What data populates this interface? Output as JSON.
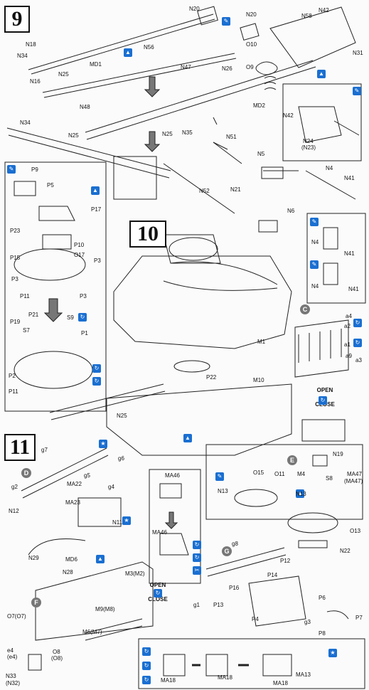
{
  "steps": {
    "s9": "9",
    "s10": "10",
    "s11": "11"
  },
  "letters": {
    "c": "C",
    "d": "D",
    "e": "E",
    "f": "F",
    "g": "G"
  },
  "open_close": {
    "open": "OPEN",
    "close": "CLOSE"
  },
  "labels": {
    "n20a": "N20",
    "n20b": "N20",
    "n58": "N58",
    "n42a": "N42",
    "n18": "N18",
    "n34a": "N34",
    "md1": "MD1",
    "n56": "N56",
    "o10": "O10",
    "n31": "N31",
    "n25a": "N25",
    "n47": "N47",
    "n26": "N26",
    "o9": "O9",
    "n16": "N16",
    "n48": "N48",
    "md2": "MD2",
    "n34b": "N34",
    "n42b": "N42",
    "n24": "N24",
    "n23": "(N23)",
    "n25b": "N25",
    "n25c": "N25",
    "n35": "N35",
    "n51": "N51",
    "n5": "N5",
    "n4a": "N4",
    "n41a": "N41",
    "p9": "P9",
    "p5": "P5",
    "p17": "P17",
    "p23": "P23",
    "p10": "P10",
    "o17": "O17",
    "p15": "P15",
    "p3a": "P3",
    "p3b": "P3",
    "p3c": "P3",
    "p11a": "P11",
    "n52": "N52",
    "n21": "N21",
    "n6": "N6",
    "n4b": "N4",
    "n41b": "N41",
    "n4c": "N4",
    "n41c": "N41",
    "p19": "P19",
    "p21": "P21",
    "s9": "S9",
    "s7": "S7",
    "p1": "P1",
    "p2": "P2",
    "p11b": "P11",
    "m1": "M1",
    "a4": "a4",
    "a2": "a2",
    "a1": "a1",
    "a9": "a9",
    "a3": "a3",
    "p22": "P22",
    "m10": "M10",
    "n25d": "N25",
    "g7": "g7",
    "g6": "g6",
    "g5": "g5",
    "g4": "g4",
    "g2": "g2",
    "ma22": "MA22",
    "ma23": "MA23",
    "n12": "N12",
    "n11": "N11",
    "ma46a": "MA46",
    "ma46b": "MA46",
    "n19": "N19",
    "o11": "O11",
    "o15": "O15",
    "m4": "M4",
    "s8": "S8",
    "ma47": "MA47",
    "ma47b": "(MA47)",
    "n13a": "N13",
    "n13b": "N13",
    "o13": "O13",
    "n22": "N22",
    "n29": "N29",
    "md6": "MD6",
    "n28": "N28",
    "g8": "g8",
    "p12": "P12",
    "m3": "M3(M2)",
    "p16": "P16",
    "p14": "P14",
    "p6": "P6",
    "p7": "P7",
    "o7": "O7(O7)",
    "m9": "M9(M8)",
    "m6": "M6(M7)",
    "p13": "P13",
    "g1": "g1",
    "p4": "P4",
    "g3": "g3",
    "p8": "P8",
    "e4": "e4",
    "e4b": "(e4)",
    "o8": "O8",
    "o8b": "(O8)",
    "n33": "N33",
    "n32": "(N32)",
    "ma18a": "MA18",
    "ma18b": "MA18",
    "ma18c": "MA18",
    "ma13": "MA13"
  },
  "icons": [
    "glue-icon",
    "paint-icon",
    "bend-icon",
    "cut-icon",
    "star-icon"
  ]
}
